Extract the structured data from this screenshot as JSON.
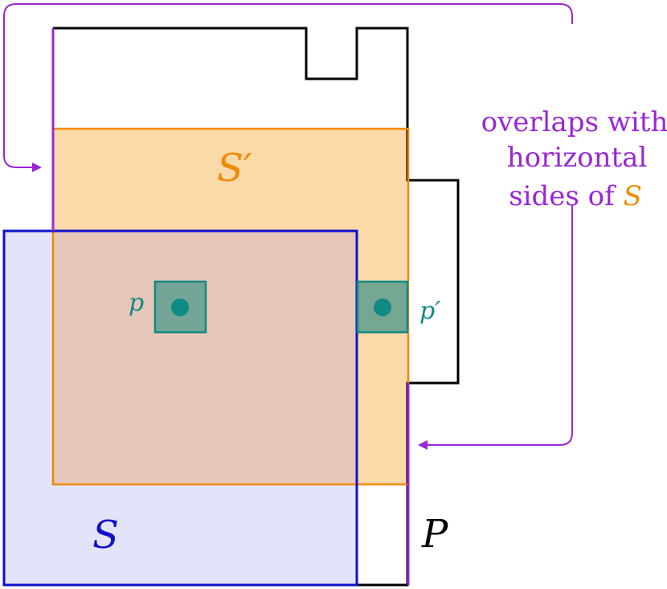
{
  "labels": {
    "s_prime": "S′",
    "s": "S",
    "p": "p",
    "p_prime": "p′",
    "polygon": "P"
  },
  "annotation": {
    "line1": "overlaps with",
    "line2": "horizontal",
    "line3_prefix": "sides of ",
    "line3_symbol": "S"
  },
  "colors": {
    "polygon_outline": "#000000",
    "square_s_prime": "#f08a00",
    "square_s_prime_fill": "#fcd9a8",
    "square_s": "#1010cc",
    "square_s_fill": "#cdcdf5",
    "overlap_fill": "#e6c6b8",
    "point": "#0f8a85",
    "point_box_fill": "#5a9c8c",
    "annotation": "#9a26d6"
  }
}
